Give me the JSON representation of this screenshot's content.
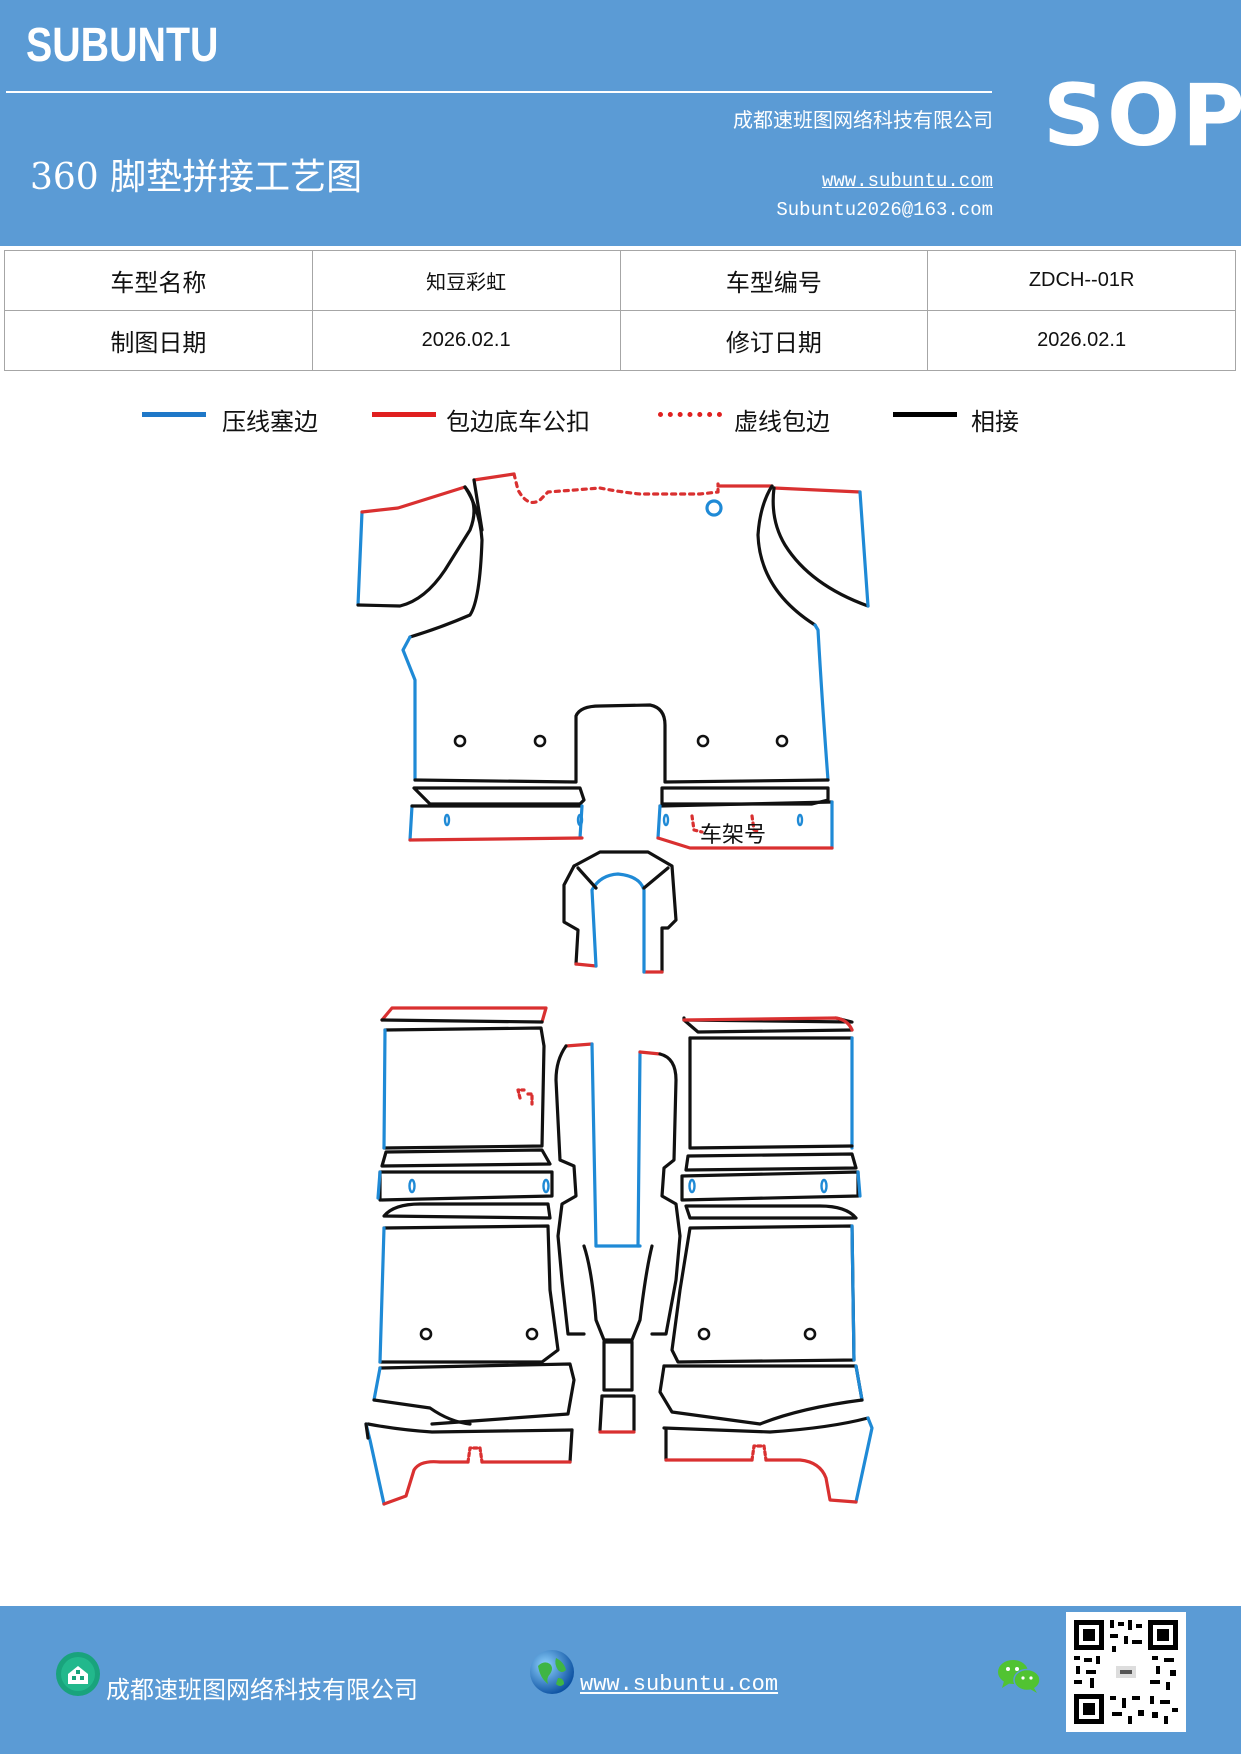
{
  "header": {
    "brand": "SUBUNTU",
    "company": "成都速班图网络科技有限公司",
    "title": "360 脚垫拼接工艺图",
    "website": "www.subuntu.com",
    "email": "Subuntu2026@163.com",
    "sop": "SOP"
  },
  "info": {
    "model_name_label": "车型名称",
    "model_name": "知豆彩虹",
    "model_code_label": "车型编号",
    "model_code": "ZDCH--01R",
    "draw_date_label": "制图日期",
    "draw_date": "2026.02.1",
    "revise_date_label": "修订日期",
    "revise_date": "2026.02.1"
  },
  "legend": [
    {
      "label": "压线塞边",
      "color": "#1f78c8",
      "style": "solid"
    },
    {
      "label": "包边底车公扣",
      "color": "#e02020",
      "style": "solid"
    },
    {
      "label": "虚线包边",
      "color": "#e02020",
      "style": "dotted"
    },
    {
      "label": "相接",
      "color": "#000000",
      "style": "solid"
    }
  ],
  "diagram": {
    "frame_label": "车架号",
    "colors": {
      "blue": "#1f8ad6",
      "red": "#d93030",
      "black": "#111111"
    }
  },
  "footer": {
    "company": "成都速班图网络科技有限公司",
    "website": "www.subuntu.com",
    "building_icon": "building-icon",
    "globe_icon": "globe-icon",
    "wechat_icon": "wechat-icon",
    "qr_icon": "qr-code-icon"
  }
}
